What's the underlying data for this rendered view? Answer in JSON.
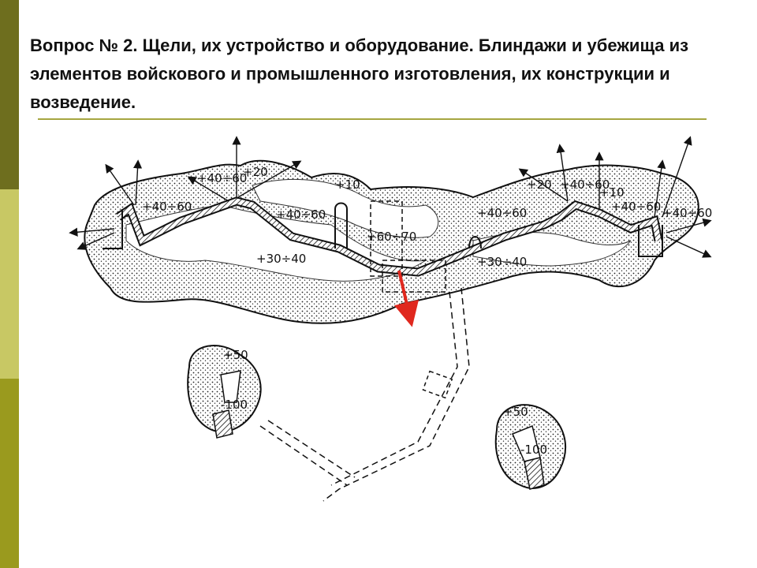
{
  "slide": {
    "title": "Вопрос № 2. Щели, их устройство и оборудование. Блиндажи и убежища из элементов войскового и промышленного изготовления, их конструкции и возведение."
  },
  "colors": {
    "sidebar_top": "#6e6e1e",
    "sidebar_mid": "#c8c864",
    "sidebar_bottom": "#9a9a1e",
    "title_rule": "#a6a640",
    "arrow_red": "#e0281e"
  },
  "diagram": {
    "labels": {
      "l1": "+40÷60",
      "l2": "+20",
      "l3": "+40÷60",
      "l4": "+10",
      "l5": "+40÷60",
      "l6": "+60÷70",
      "l7": "+30÷40",
      "l8": "+40÷60",
      "l9": "+30÷40",
      "l10": "+20",
      "l11": "+40÷60",
      "l12": "+10",
      "l13": "+40÷60",
      "l14": "+40÷60",
      "l15": "+50",
      "l16": "-100",
      "l17": "+50",
      "l18": "-100"
    }
  }
}
